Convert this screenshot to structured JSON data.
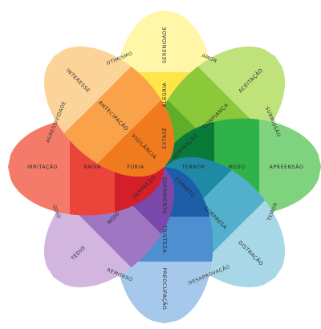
{
  "emotions": [
    {
      "id": "serenidade",
      "label": "SERENIDADE",
      "petal": 0,
      "tier": "outer"
    },
    {
      "id": "alegria",
      "label": "ALEGRIA",
      "petal": 0,
      "tier": "middle"
    },
    {
      "id": "extase",
      "label": "EXTASE",
      "petal": 0,
      "tier": "inner"
    },
    {
      "id": "aceitacao",
      "label": "ACEITAÇÃO",
      "petal": 1,
      "tier": "outer"
    },
    {
      "id": "confianca",
      "label": "CONFIANÇA",
      "petal": 1,
      "tier": "middle"
    },
    {
      "id": "admiracao",
      "label": "ADMIRAÇÃO",
      "petal": 1,
      "tier": "inner"
    },
    {
      "id": "apreensao",
      "label": "APREENSÃO",
      "petal": 2,
      "tier": "outer"
    },
    {
      "id": "medo",
      "label": "MEDO",
      "petal": 2,
      "tier": "middle"
    },
    {
      "id": "terror",
      "label": "TERROR",
      "petal": 2,
      "tier": "inner"
    },
    {
      "id": "distracao",
      "label": "DISTRAÇÃO",
      "petal": 3,
      "tier": "outer"
    },
    {
      "id": "surpresa",
      "label": "SURPRESA",
      "petal": 3,
      "tier": "middle"
    },
    {
      "id": "espanto",
      "label": "ESPANTO",
      "petal": 3,
      "tier": "inner"
    },
    {
      "id": "preocupacao",
      "label": "PREOCUPAÇÃO",
      "petal": 4,
      "tier": "outer"
    },
    {
      "id": "tristeza",
      "label": "TRISTEZA",
      "petal": 4,
      "tier": "middle"
    },
    {
      "id": "sofrimento",
      "label": "SOFRIMENTO",
      "petal": 4,
      "tier": "inner"
    },
    {
      "id": "tedio",
      "label": "TÉDIO",
      "petal": 5,
      "tier": "outer"
    },
    {
      "id": "nojo",
      "label": "NOJO",
      "petal": 5,
      "tier": "middle"
    },
    {
      "id": "desprezo",
      "label": "DESPREZO",
      "petal": 5,
      "tier": "inner"
    },
    {
      "id": "irritacao",
      "label": "IRRITAÇÃO",
      "petal": 6,
      "tier": "outer"
    },
    {
      "id": "raiva",
      "label": "RAIVA",
      "petal": 6,
      "tier": "middle"
    },
    {
      "id": "furia",
      "label": "FÚRIA",
      "petal": 6,
      "tier": "inner"
    },
    {
      "id": "interesse",
      "label": "INTERESSE",
      "petal": 7,
      "tier": "outer"
    },
    {
      "id": "antecipacao",
      "label": "ANTECIPAÇÃO",
      "petal": 7,
      "tier": "middle"
    },
    {
      "id": "vigilancia",
      "label": "VIGILÂNCIA",
      "petal": 7,
      "tier": "inner"
    }
  ],
  "dyads": [
    {
      "id": "amor",
      "label": "AMOR",
      "between": [
        0,
        1
      ]
    },
    {
      "id": "submissao",
      "label": "SUBMISSÃO",
      "between": [
        1,
        2
      ]
    },
    {
      "id": "temor",
      "label": "TEMOR",
      "between": [
        2,
        3
      ]
    },
    {
      "id": "desaprovacao",
      "label": "DESAPROVAÇÃO",
      "between": [
        3,
        4
      ]
    },
    {
      "id": "remorso",
      "label": "REMORSO",
      "between": [
        4,
        5
      ]
    },
    {
      "id": "odio",
      "label": "ÓDIO",
      "between": [
        5,
        6
      ]
    },
    {
      "id": "agressividade",
      "label": "AGRESSIVIDADE",
      "between": [
        6,
        7
      ]
    },
    {
      "id": "otimismo",
      "label": "OTIMISMO",
      "between": [
        7,
        0
      ]
    }
  ],
  "colors": {
    "petals": [
      [
        "#fff6a8",
        "#ffe44a",
        "#f7c800"
      ],
      [
        "#bfe27a",
        "#8bc83a",
        "#5fae2a"
      ],
      [
        "#7fd37f",
        "#2fb24a",
        "#0a7a3a"
      ],
      [
        "#a8d8e8",
        "#53b0cc",
        "#1f8aa6"
      ],
      [
        "#a6c8ea",
        "#4d8fd1",
        "#1c5ea8"
      ],
      [
        "#d3b6e0",
        "#9e76c2",
        "#7a48a8"
      ],
      [
        "#f47a6a",
        "#e9453a",
        "#d21f2a"
      ],
      [
        "#fcd49a",
        "#f9a24a",
        "#f07a1e"
      ]
    ],
    "dashed_circle": "#555555"
  }
}
